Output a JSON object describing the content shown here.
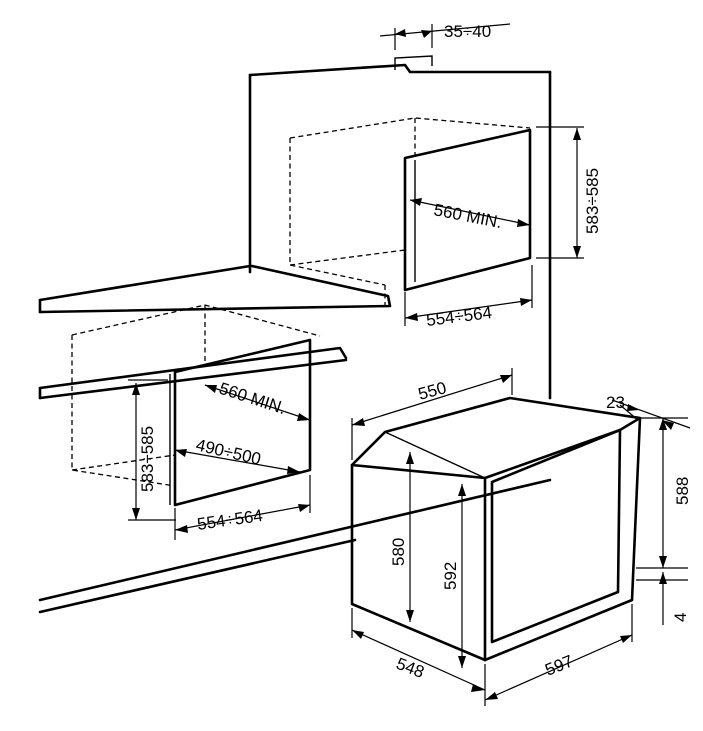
{
  "dimensions": {
    "top_gap": "35÷40",
    "upper_cavity_depth": "560 MIN.",
    "upper_cavity_height": "583÷585",
    "upper_cavity_width": "554÷564",
    "lower_cavity_height": "583÷585",
    "lower_cavity_depth_min": "560 MIN.",
    "lower_cavity_depth": "490÷500",
    "lower_cavity_width": "554÷564",
    "oven_depth": "550",
    "door_thickness": "23",
    "oven_total_height": "588",
    "oven_body_height": "580",
    "oven_front_height": "592",
    "oven_bottom_offset": "4",
    "oven_side_depth": "548",
    "oven_front_width": "597"
  }
}
